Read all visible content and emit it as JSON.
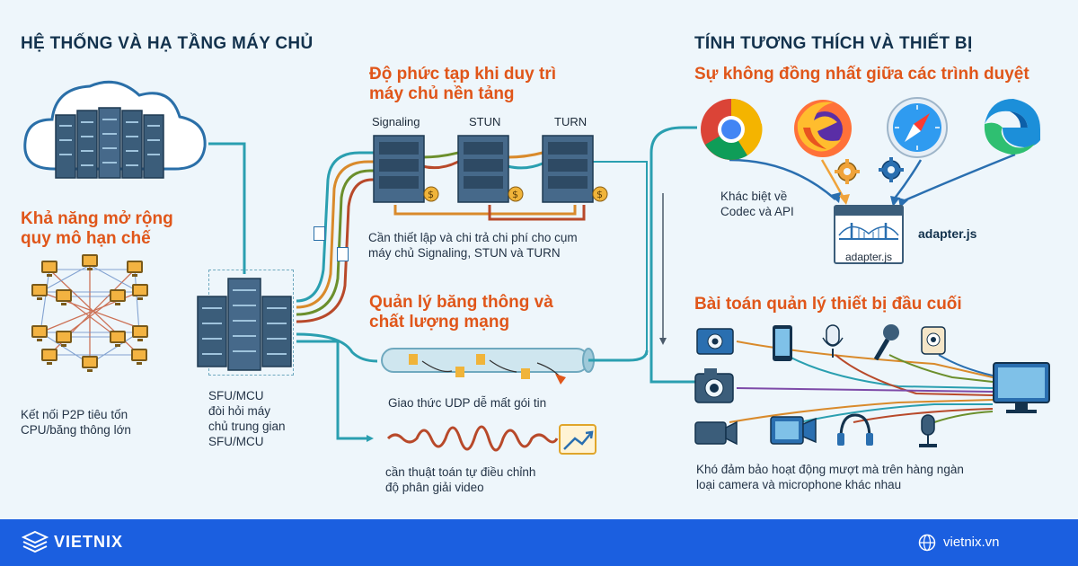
{
  "left_section": {
    "title": "HỆ THỐNG VÀ HẠ TẦNG MÁY CHỦ",
    "scalability_heading": [
      "Khả năng mở rộng",
      "quy mô hạn chế"
    ],
    "p2p_note": [
      "Kết nối P2P tiêu tốn",
      "CPU/băng thông lớn"
    ],
    "sfu_note": [
      "SFU/MCU",
      "đòi hỏi máy",
      "chủ trung gian",
      "SFU/MCU"
    ]
  },
  "middle_section": {
    "maintenance_heading": [
      "Độ phức tạp khi duy trì",
      "máy chủ nền tảng"
    ],
    "servers": [
      "Signaling",
      "STUN",
      "TURN"
    ],
    "cost_note": [
      "Cần thiết lập và chi trả chi phí cho cụm",
      "máy chủ Signaling, STUN và TURN"
    ],
    "bandwidth_heading": [
      "Quản lý băng thông và",
      "chất lượng mạng"
    ],
    "udp_note": "Giao thức UDP dễ mất gói tin",
    "adaptive_note": [
      "cần thuật toán tự điều chỉnh",
      "độ phân giải video"
    ]
  },
  "right_section": {
    "title": "TÍNH TƯƠNG THÍCH VÀ THIẾT BỊ",
    "browser_heading": "Sự không đồng nhất giữa các trình duyệt",
    "browsers": [
      "chrome-icon",
      "firefox-icon",
      "safari-icon",
      "edge-icon"
    ],
    "codec_note": [
      "Khác biệt về",
      "Codec và API"
    ],
    "adapter_window_label": "adapter.js",
    "adapter_label": "adapter.js",
    "devices_heading": "Bài toán quản lý thiết bị đầu cuối",
    "device_note": [
      "Khó đảm bảo hoạt động mượt mà trên hàng ngàn",
      "loại camera và microphone khác nhau"
    ]
  },
  "footer": {
    "logo": "VIETNIX",
    "site": "vietnix.vn"
  },
  "colors": {
    "navy": "#13324d",
    "orange": "#e0561a",
    "teal": "#2a9fb0",
    "footer_blue": "#1b5fe0"
  }
}
